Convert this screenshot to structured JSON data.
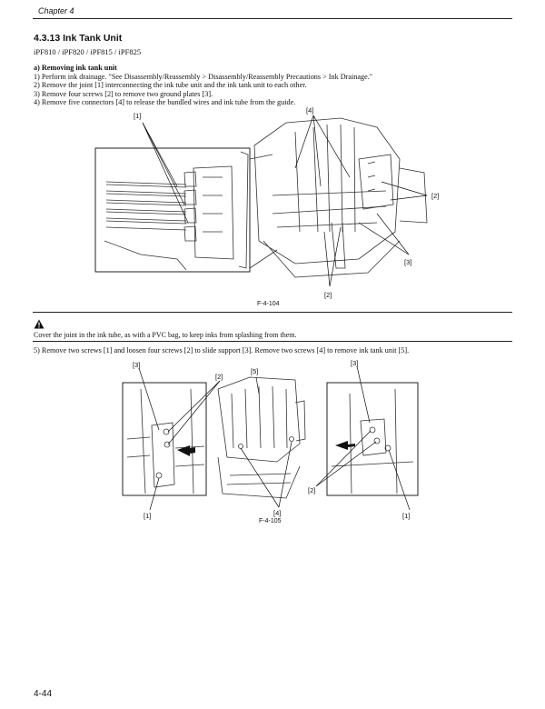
{
  "header": {
    "chapter": "Chapter 4"
  },
  "section": {
    "title": "4.3.13 Ink Tank Unit",
    "models": "iPF810 / iPF820 / iPF815 / iPF825"
  },
  "procedure": {
    "subtitle": "a) Removing ink tank unit",
    "steps": [
      "1) Perform ink drainage. \"See Disassembly/Reassembly > Disassembly/Reassembly Precautions > Ink Drainage.\"",
      "2) Remove the joint [1] interconnecting the ink tube unit and the ink tank unit to each other.",
      "3) Remove four screws [2] to remove two ground plates [3].",
      "4) Remove five connectors [4] to release the bundled wires and ink tube from the guide."
    ],
    "step5": "5) Remove two screws [1] and loosen four screws [2] to slide support [3]. Remove two screws [4] to remove ink tank unit [5]."
  },
  "figure1": {
    "caption": "F-4-104",
    "callouts": {
      "c1": "[1]",
      "c4": "[4]",
      "c2a": "[2]",
      "c3": "[3]",
      "c2b": "[2]"
    }
  },
  "caution": {
    "icon": "warning-triangle-icon",
    "text": "Cover the joint in the ink tube, as with a PVC bag, to keep inks from splashing from them."
  },
  "figure2": {
    "caption": "F-4-105",
    "callouts": {
      "l3": "[3]",
      "l1": "[1]",
      "c2": "[2]",
      "c5": "[5]",
      "c4": "[4]",
      "r3": "[3]",
      "r2": "[2]",
      "r1": "[1]"
    }
  },
  "footer": {
    "page_number": "4-44"
  }
}
